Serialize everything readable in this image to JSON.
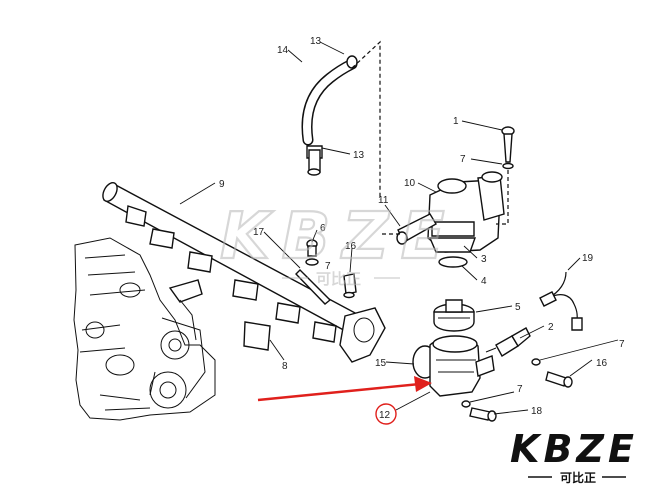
{
  "callouts": {
    "p1": "1",
    "p2": "2",
    "p3": "3",
    "p4": "4",
    "p5": "5",
    "p6": "6",
    "p7a": "7",
    "p7b": "7",
    "p7c": "7",
    "p7d": "7",
    "p8": "8",
    "p9": "9",
    "p10": "10",
    "p11": "11",
    "p12": "12",
    "p13a": "13",
    "p13b": "13",
    "p14": "14",
    "p15": "15",
    "p16a": "16",
    "p16b": "16",
    "p17": "17",
    "p18": "18",
    "p19": "19"
  },
  "watermark": {
    "center_text": "KBZE",
    "center_sub": "可比正",
    "logo_text": "KBZE",
    "logo_sub": "可比正"
  },
  "colors": {
    "line": "#111111",
    "watermark": "#c9c9c9",
    "arrow": "#e0201c",
    "highlight_circle": "#e0201c",
    "logo": "#111111"
  }
}
